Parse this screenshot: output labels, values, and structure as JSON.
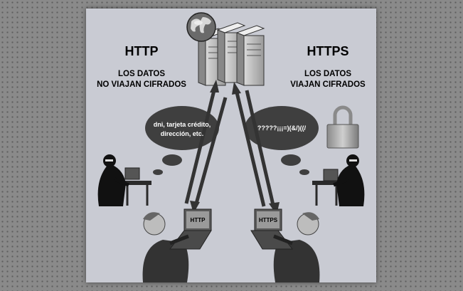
{
  "left": {
    "title": "HTTP",
    "subtitle_line1": "LOS DATOS",
    "subtitle_line2": "NO VIAJAN CIFRADOS",
    "bubble_line1": "dni, tarjeta crédito,",
    "bubble_line2": "dirección, etc.",
    "laptop_label": "HTTP"
  },
  "right": {
    "title": "HTTPS",
    "subtitle_line1": "LOS DATOS",
    "subtitle_line2": "VIAJAN CIFRADOS",
    "bubble_text": "?????¡¡¡=)(&/)((/",
    "laptop_label": "HTTPS"
  },
  "icons": [
    "globe-icon",
    "server-icon",
    "padlock-icon",
    "hacker-icon",
    "user-icon",
    "laptop-icon",
    "thought-bubble-icon",
    "arrow-icon"
  ]
}
